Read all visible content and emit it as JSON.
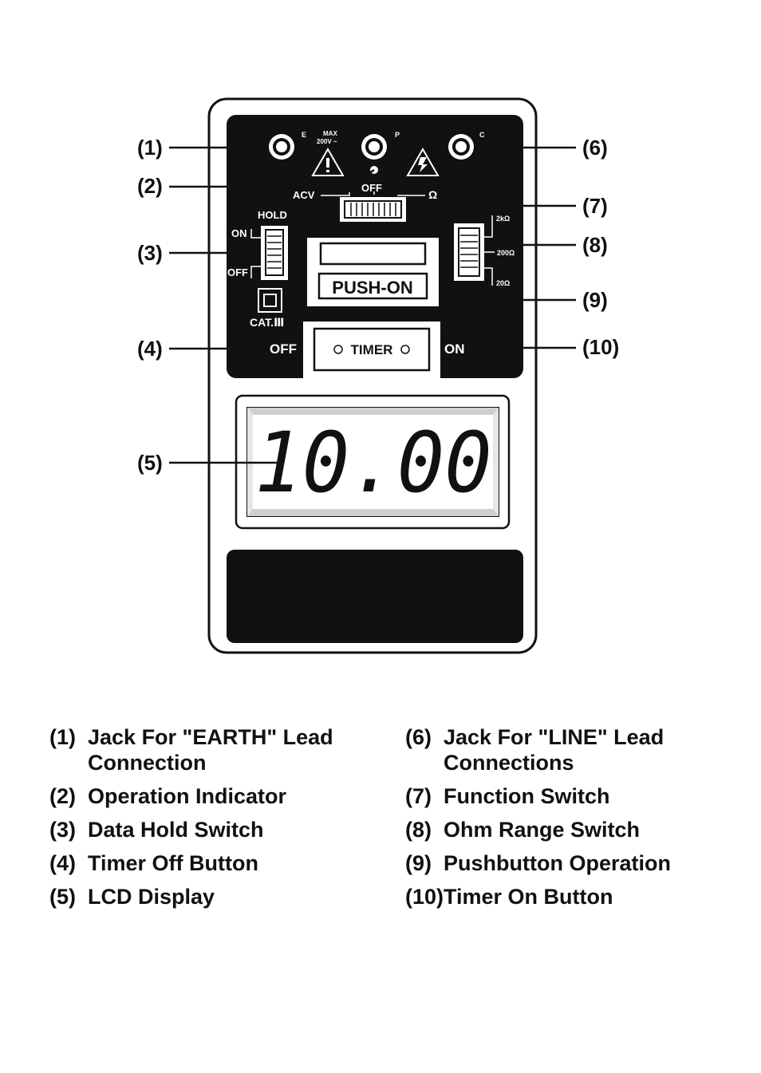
{
  "callouts": {
    "c1": "(1)",
    "c2": "(2)",
    "c3": "(3)",
    "c4": "(4)",
    "c5": "(5)",
    "c6": "(6)",
    "c7": "(7)",
    "c8": "(8)",
    "c9": "(9)",
    "c10": "(10)"
  },
  "device": {
    "jack_e_label": "E",
    "jack_p_label": "P",
    "jack_c_label": "C",
    "max_line1": "MAX",
    "max_line2": "200V ~",
    "function_switch": {
      "acv": "ACV",
      "off": "OFF",
      "ohm": "Ω"
    },
    "hold_switch": {
      "title": "HOLD",
      "on": "ON",
      "off": "OFF"
    },
    "cat_label": "CAT.Ⅲ",
    "push_on_label": "PUSH-ON",
    "range_switch": {
      "r1": "2kΩ",
      "r2": "200Ω",
      "r3": "20Ω"
    },
    "timer_label": "TIMER",
    "timer_off_label": "OFF",
    "timer_on_label": "ON",
    "lcd_reading": "10.00"
  },
  "legend": {
    "left": [
      {
        "num": "(1)",
        "text": "Jack For \"EARTH\" Lead Connection"
      },
      {
        "num": "(2)",
        "text": "Operation Indicator"
      },
      {
        "num": "(3)",
        "text": "Data Hold Switch"
      },
      {
        "num": "(4)",
        "text": "Timer Off Button"
      },
      {
        "num": "(5)",
        "text": "LCD Display"
      }
    ],
    "right": [
      {
        "num": "(6)",
        "text": "Jack For \"LINE\" Lead Connections"
      },
      {
        "num": "(7)",
        "text": "Function Switch"
      },
      {
        "num": "(8)",
        "text": "Ohm Range Switch"
      },
      {
        "num": "(9)",
        "text": "Pushbutton Operation"
      },
      {
        "num": "(10)",
        "text": "Timer On Button"
      }
    ]
  }
}
